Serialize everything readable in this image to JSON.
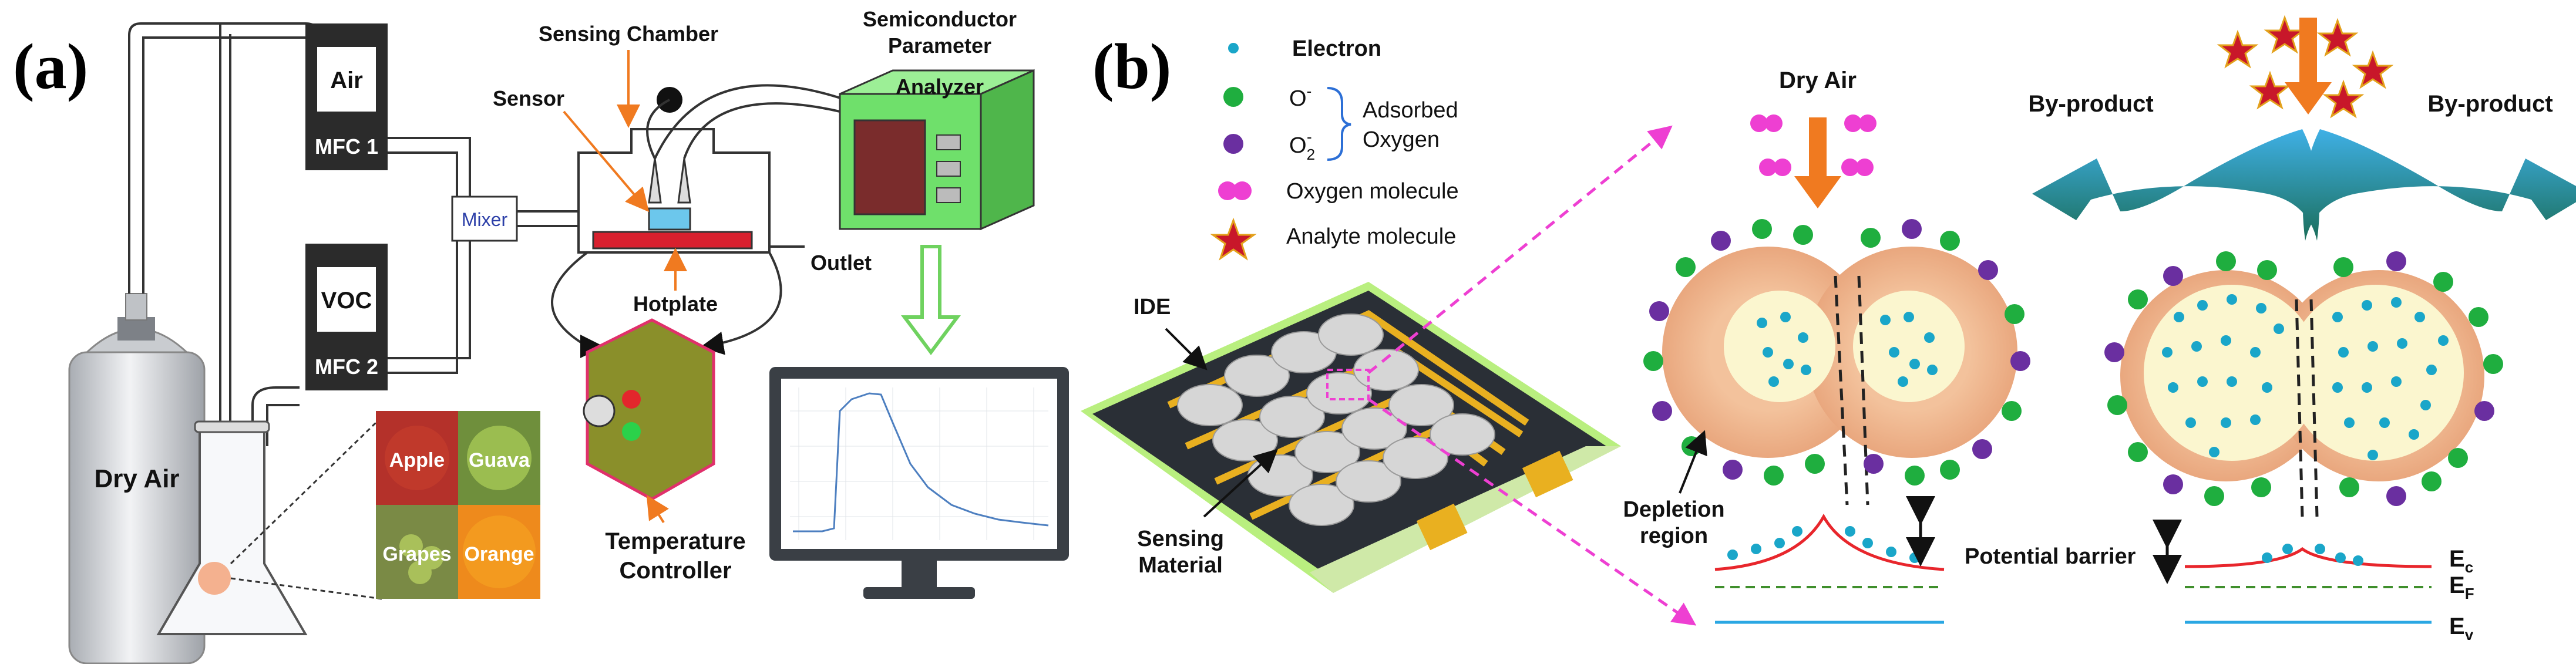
{
  "panel_a": {
    "label": "(a)",
    "dry_air_cylinder": "Dry Air",
    "mfc_air_top": "Air",
    "mfc_air_bottom": "MFC 1",
    "mfc_voc_top": "VOC",
    "mfc_voc_bottom": "MFC 2",
    "mixer": "Mixer",
    "sensing_chamber": "Sensing Chamber",
    "sensor": "Sensor",
    "hotplate": "Hotplate",
    "outlet": "Outlet",
    "analyzer_line1": "Semiconductor",
    "analyzer_line2": "Parameter",
    "analyzer_line3": "Analyzer",
    "temp_line1": "Temperature",
    "temp_line2": "Controller",
    "fruits": [
      "Apple",
      "Guava",
      "Grapes",
      "Orange"
    ]
  },
  "panel_b": {
    "label": "(b)",
    "legend": {
      "electron": "Electron",
      "o_minus": "O",
      "o_minus_sup": "-",
      "o2_minus": "O",
      "o2_minus_sub": "2",
      "o2_minus_sup": "-",
      "adsorbed_line1": "Adsorbed",
      "adsorbed_line2": "Oxygen",
      "oxygen_molecule": "Oxygen molecule",
      "analyte_molecule": "Analyte  molecule"
    },
    "ide": "IDE",
    "sensing_line1": "Sensing",
    "sensing_line2": "Material",
    "dry_air": "Dry Air",
    "depletion_line1": "Depletion",
    "depletion_line2": "region",
    "byproduct_left": "By-product",
    "byproduct_right": "By-product",
    "potential_barrier": "Potential barrier",
    "ec": "E",
    "ec_sub": "c",
    "ef": "E",
    "ef_sub": "F",
    "ev": "E",
    "ev_sub": "v"
  },
  "colors": {
    "orange_arrow": "#f07a20",
    "magenta": "#ee3fd2",
    "green_dot": "#1fae3f",
    "purple_dot": "#6a2fa0",
    "electron": "#1aa6c9",
    "hotplate": "#d8202e",
    "analyzer": "#6fe06b",
    "temp_box": "#8a8f2a",
    "band_red": "#e8262c",
    "band_green": "#3f8f2c",
    "band_blue": "#2aa7e3"
  }
}
